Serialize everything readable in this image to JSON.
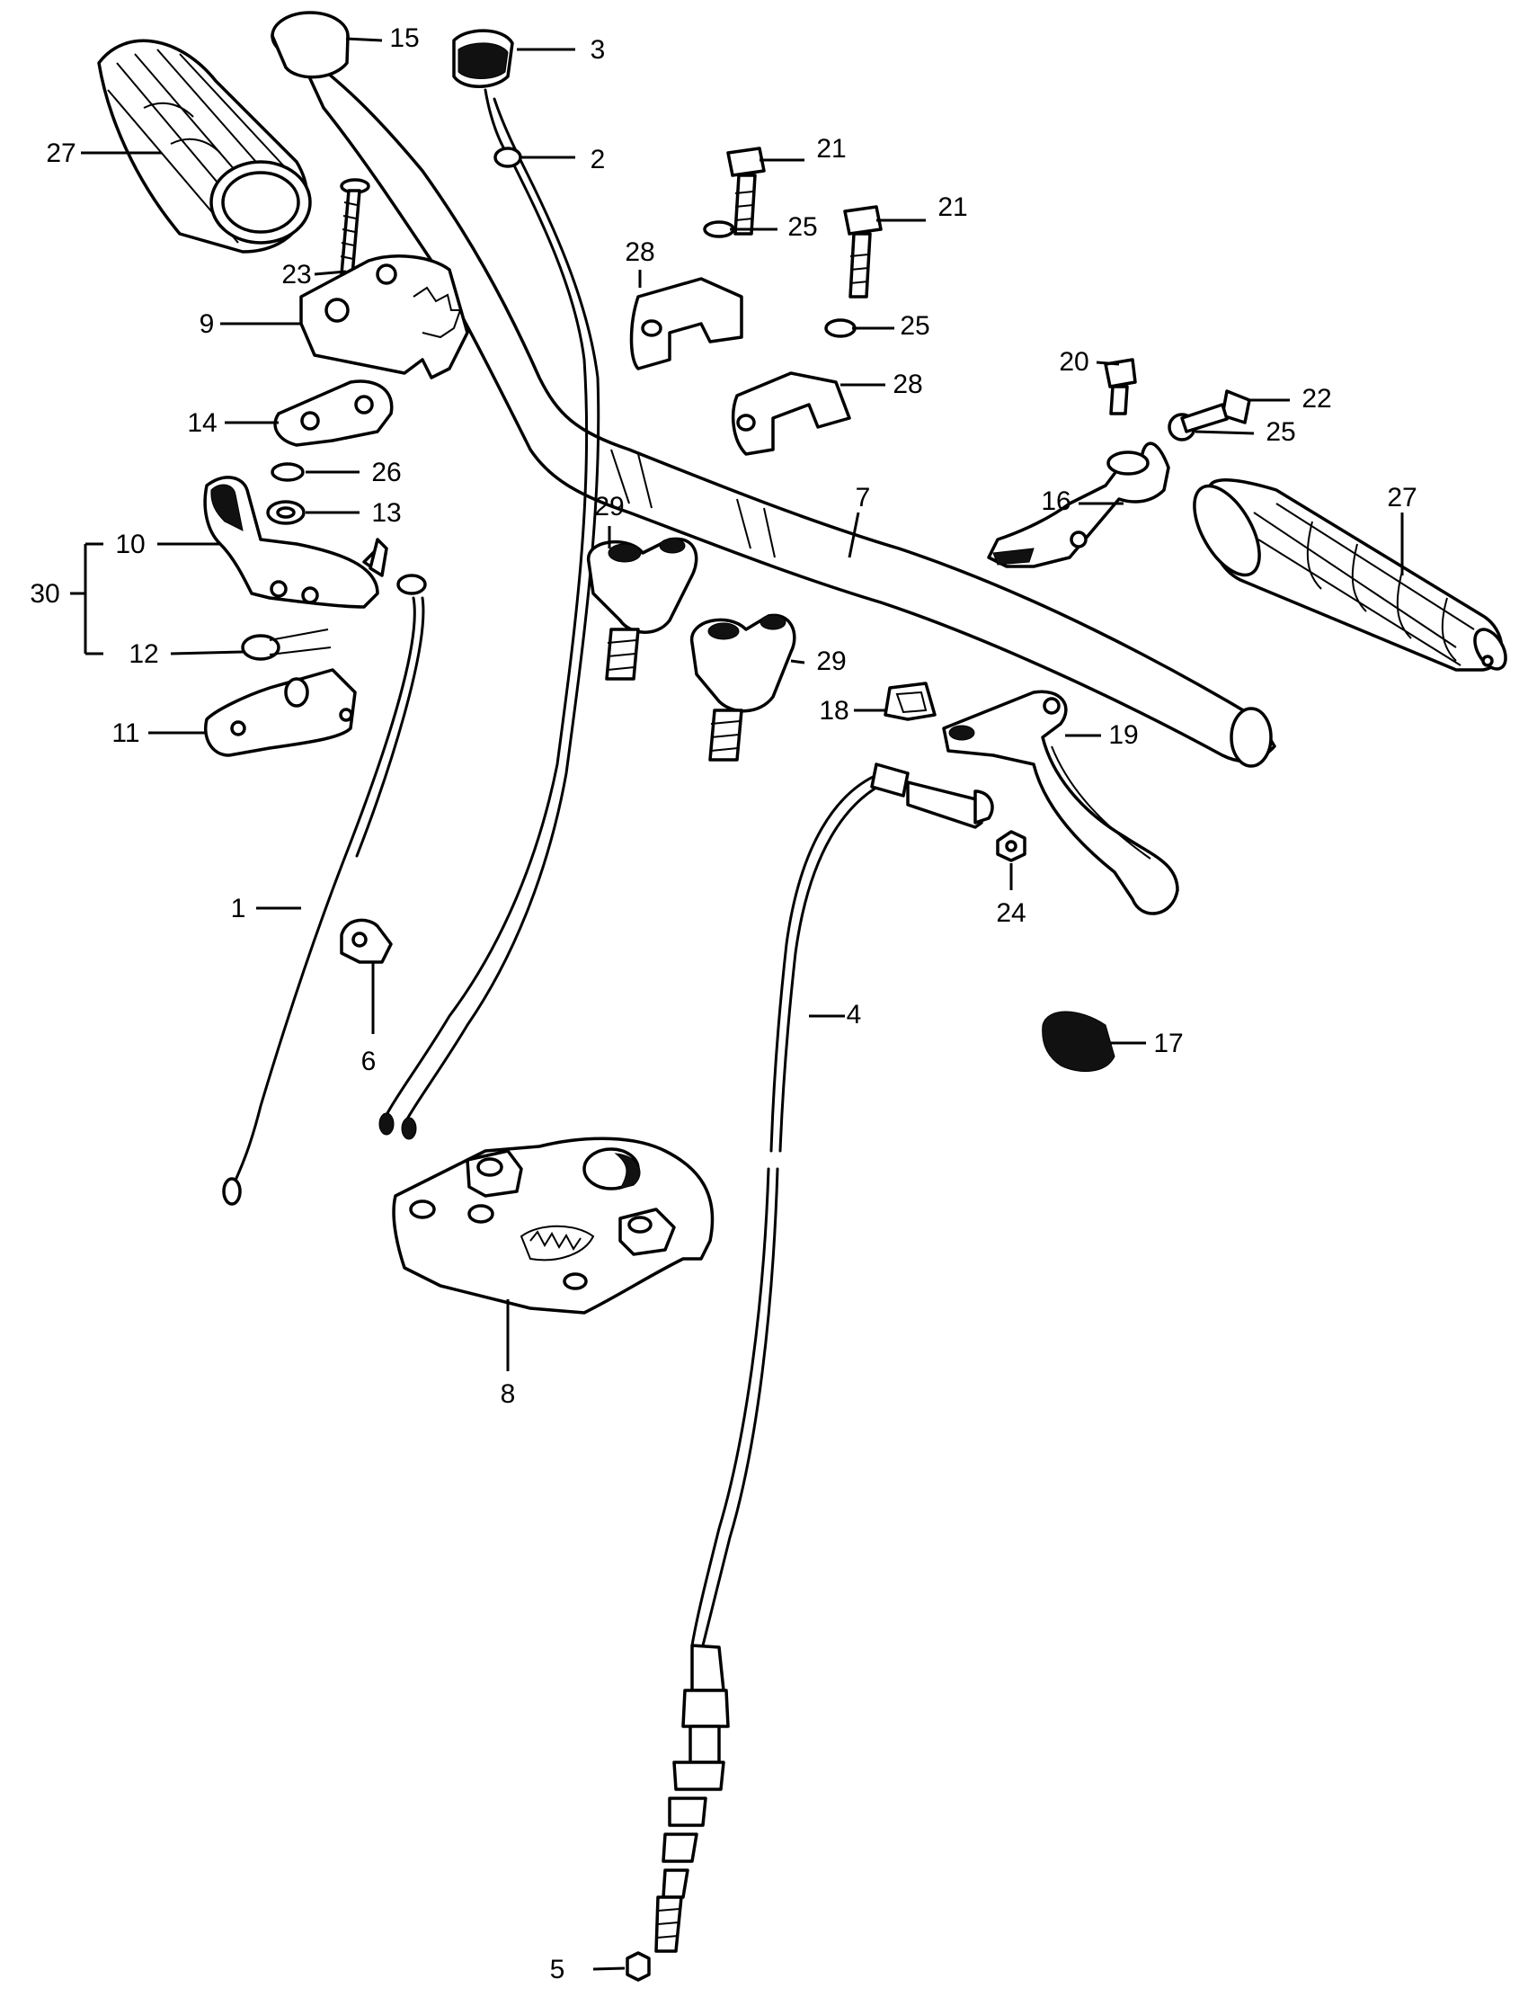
{
  "callouts": [
    {
      "id": "c1",
      "text": "1"
    },
    {
      "id": "c2",
      "text": "2"
    },
    {
      "id": "c3",
      "text": "3"
    },
    {
      "id": "c4",
      "text": "4"
    },
    {
      "id": "c5",
      "text": "5"
    },
    {
      "id": "c6",
      "text": "6"
    },
    {
      "id": "c7",
      "text": "7"
    },
    {
      "id": "c8",
      "text": "8"
    },
    {
      "id": "c9",
      "text": "9"
    },
    {
      "id": "c10",
      "text": "10"
    },
    {
      "id": "c11",
      "text": "11"
    },
    {
      "id": "c12",
      "text": "12"
    },
    {
      "id": "c13",
      "text": "13"
    },
    {
      "id": "c14",
      "text": "14"
    },
    {
      "id": "c15",
      "text": "15"
    },
    {
      "id": "c16",
      "text": "16"
    },
    {
      "id": "c17",
      "text": "17"
    },
    {
      "id": "c18",
      "text": "18"
    },
    {
      "id": "c19",
      "text": "19"
    },
    {
      "id": "c20",
      "text": "20"
    },
    {
      "id": "c21a",
      "text": "21"
    },
    {
      "id": "c21b",
      "text": "21"
    },
    {
      "id": "c22",
      "text": "22"
    },
    {
      "id": "c23",
      "text": "23"
    },
    {
      "id": "c24",
      "text": "24"
    },
    {
      "id": "c25a",
      "text": "25"
    },
    {
      "id": "c25b",
      "text": "25"
    },
    {
      "id": "c25c",
      "text": "25"
    },
    {
      "id": "c26",
      "text": "26"
    },
    {
      "id": "c27a",
      "text": "27"
    },
    {
      "id": "c27b",
      "text": "27"
    },
    {
      "id": "c28a",
      "text": "28"
    },
    {
      "id": "c28b",
      "text": "28"
    },
    {
      "id": "c29a",
      "text": "29"
    },
    {
      "id": "c29b",
      "text": "29"
    },
    {
      "id": "c30",
      "text": "30"
    }
  ]
}
